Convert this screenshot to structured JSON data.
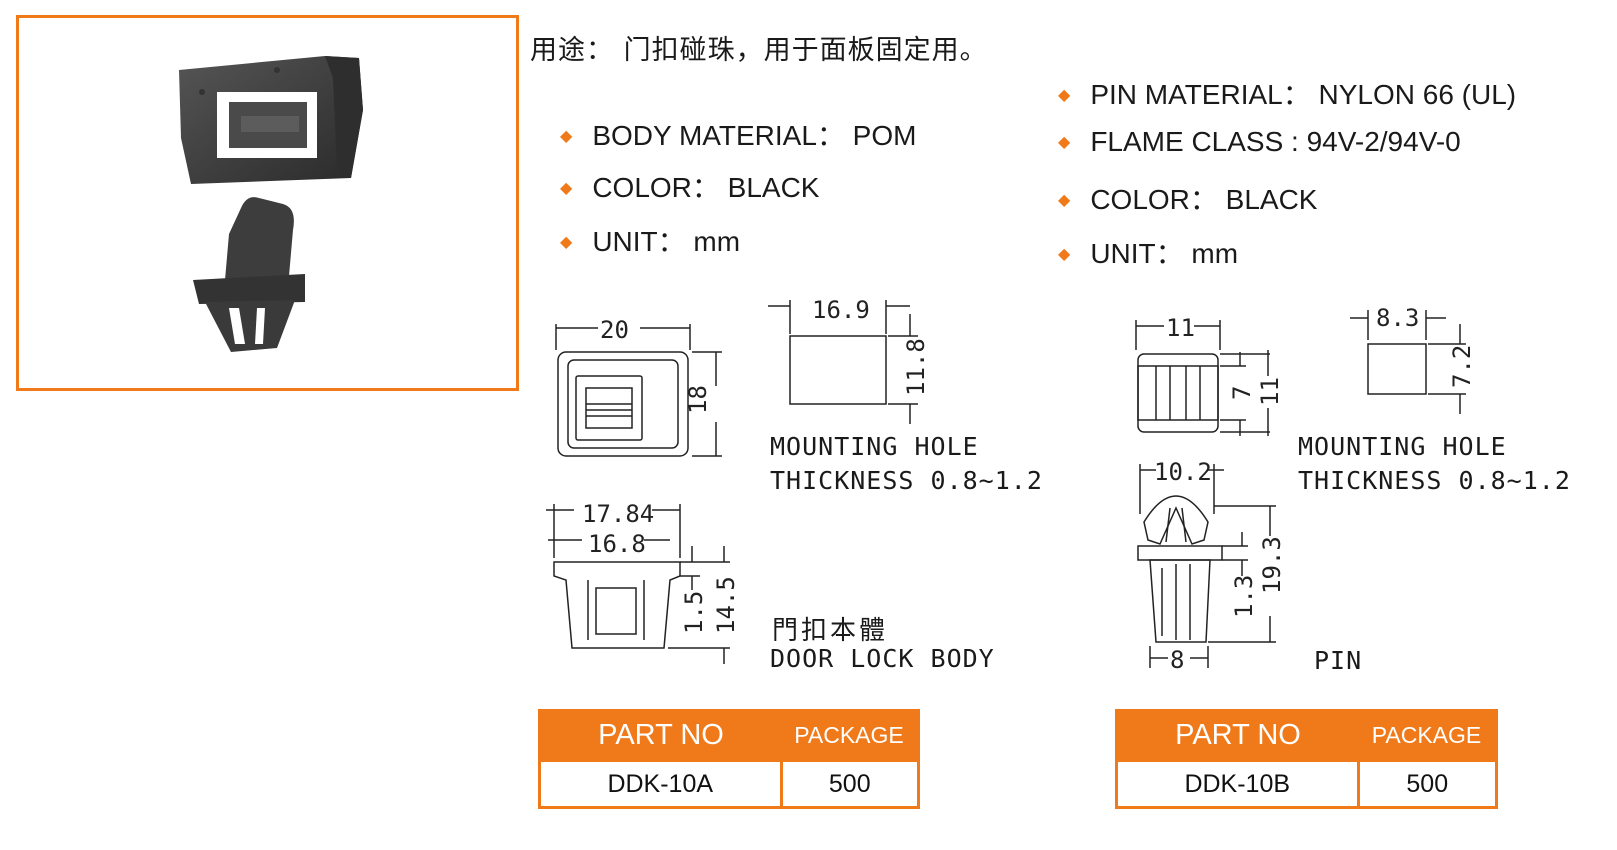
{
  "usage": "用途：  门扣碰珠，用于面板固定用。",
  "left_specs": [
    "BODY MATERIAL：  POM",
    "COLOR：  BLACK",
    "UNIT：  mm"
  ],
  "right_specs": [
    "PIN MATERIAL：  NYLON 66 (UL)",
    "FLAME CLASS : 94V-2/94V-0",
    "COLOR：  BLACK",
    "UNIT：  mm"
  ],
  "body_drawing": {
    "dim_width": "20",
    "dim_height": "18",
    "dim_outer": "17.84",
    "dim_inner": "16.8",
    "dim_flange": "1.5",
    "dim_total": "14.5",
    "hole_width": "16.9",
    "hole_height": "11.8",
    "hole_label_1": "MOUNTING HOLE",
    "hole_label_2": "THICKNESS 0.8~1.2",
    "caption_cn": "門扣本體",
    "caption_en": "DOOR LOCK BODY"
  },
  "pin_drawing": {
    "dim_width": "11",
    "dim_inner_h": "7",
    "dim_outer_h": "11",
    "dim_head": "10.2",
    "dim_flange": "1.3",
    "dim_total": "19.3",
    "dim_base": "8",
    "hole_width": "8.3",
    "hole_height": "7.2",
    "hole_label_1": "MOUNTING HOLE",
    "hole_label_2": "THICKNESS 0.8~1.2",
    "caption_en": "PIN"
  },
  "tables": [
    {
      "header_part": "PART NO",
      "header_pkg": "PACKAGE",
      "part": "DDK-10A",
      "package": "500"
    },
    {
      "header_part": "PART NO",
      "header_pkg": "PACKAGE",
      "part": "DDK-10B",
      "package": "500"
    }
  ],
  "colors": {
    "accent": "#f07a1a",
    "product": "#3a3a3a"
  }
}
